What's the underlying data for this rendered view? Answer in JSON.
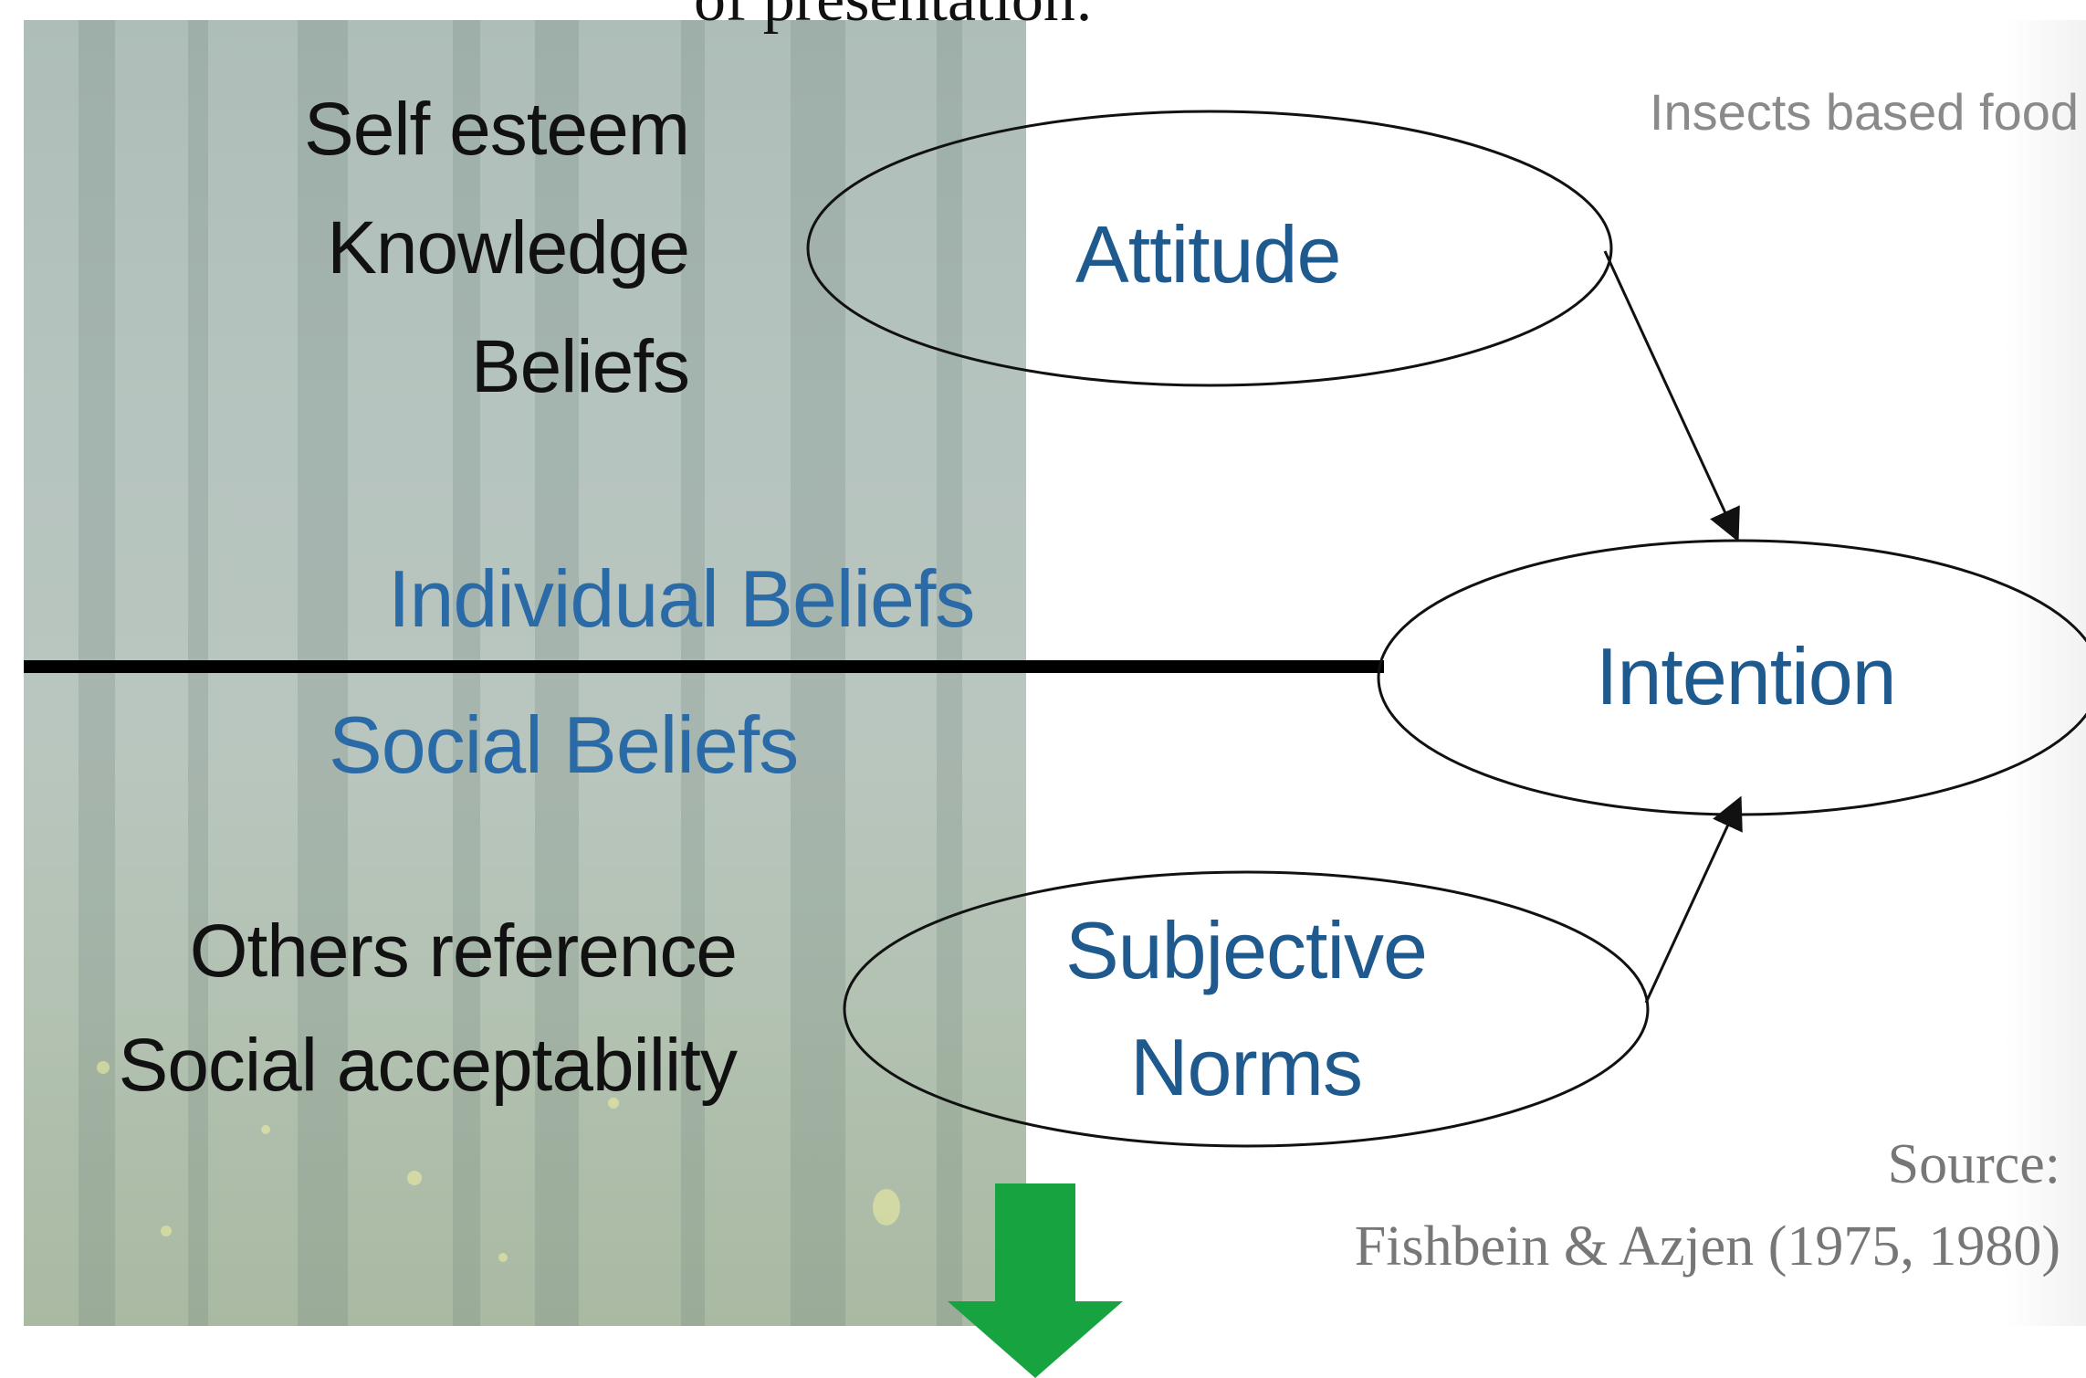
{
  "header_fragment": "of presentation:",
  "corner_label": "Insects based food",
  "left_factors_top": [
    "Self esteem",
    "Knowledge",
    "Beliefs"
  ],
  "left_factors_bottom": [
    "Others reference",
    "Social acceptability"
  ],
  "divider_labels": {
    "above": "Individual Beliefs",
    "below": "Social Beliefs"
  },
  "nodes": {
    "attitude": "Attitude",
    "intention": "Intention",
    "subjective_norms": [
      "Subjective",
      "Norms"
    ]
  },
  "source": {
    "line1": "Source:",
    "line2": "Fishbein & Azjen (1975, 1980)"
  },
  "colors": {
    "node_text": "#1f5a8f",
    "divider_text": "#2a6aa6",
    "arrow_green": "#17a340"
  }
}
